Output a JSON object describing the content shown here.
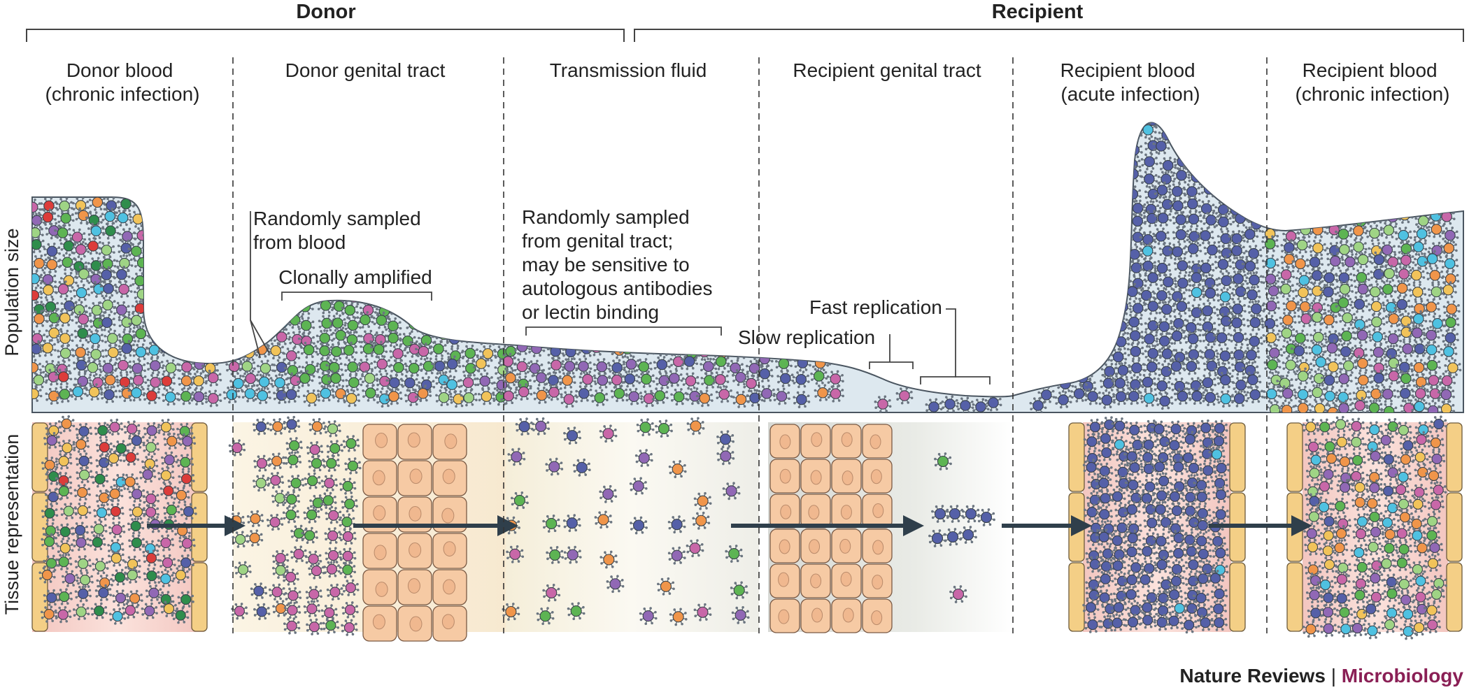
{
  "groups": {
    "donor": "Donor",
    "recipient": "Recipient"
  },
  "columns": {
    "c1": [
      "Donor blood",
      "(chronic infection)"
    ],
    "c2": [
      "Donor genital tract"
    ],
    "c3": [
      "Transmission fluid"
    ],
    "c4": [
      "Recipient genital tract"
    ],
    "c5": [
      "Recipient blood",
      "(acute infection)"
    ],
    "c6": [
      "Recipient blood",
      "(chronic infection)"
    ]
  },
  "axes": {
    "top": "Population size",
    "bottom": "Tissue representation"
  },
  "annotations": {
    "sampled_blood": [
      "Randomly sampled",
      "from blood"
    ],
    "clonal": [
      "Clonally amplified"
    ],
    "sampled_tract": [
      "Randomly sampled",
      "from genital tract;",
      "may be sensitive to",
      "autologous antibodies",
      "or lectin binding"
    ],
    "fast": [
      "Fast replication"
    ],
    "slow": [
      "Slow replication"
    ]
  },
  "credit": {
    "journal": "Nature Reviews",
    "separator": " | ",
    "section": "Microbiology"
  },
  "colors": {
    "virus_blue": "#5560a8",
    "virus_green": "#5db453",
    "virus_pink": "#c867a8",
    "virus_orange": "#f0954a",
    "virus_cyan": "#4fc1e1",
    "virus_red": "#dc3c3a",
    "virus_yellow": "#f1c35a",
    "virus_lightgreen": "#9fd485",
    "virus_purple": "#9168b5",
    "virus_darkgreen": "#2f8d4c",
    "region_fill": "#dde8ef",
    "arrow": "#2f3f4b",
    "credit_accent": "#8a1f55"
  },
  "diagram": {
    "nodes": [
      {
        "id": "donor-blood",
        "label": "Donor blood (chronic infection)"
      },
      {
        "id": "donor-genital-tract",
        "label": "Donor genital tract"
      },
      {
        "id": "transmission-fluid",
        "label": "Transmission fluid"
      },
      {
        "id": "recipient-genital-tract",
        "label": "Recipient genital tract"
      },
      {
        "id": "recipient-blood-acute",
        "label": "Recipient blood (acute infection)"
      },
      {
        "id": "recipient-blood-chronic",
        "label": "Recipient blood (chronic infection)"
      }
    ],
    "edges": [
      {
        "from": "donor-blood",
        "to": "donor-genital-tract"
      },
      {
        "from": "donor-genital-tract",
        "to": "transmission-fluid"
      },
      {
        "from": "transmission-fluid",
        "to": "recipient-genital-tract"
      },
      {
        "from": "recipient-genital-tract",
        "to": "recipient-blood-acute"
      },
      {
        "from": "recipient-blood-acute",
        "to": "recipient-blood-chronic"
      }
    ]
  }
}
